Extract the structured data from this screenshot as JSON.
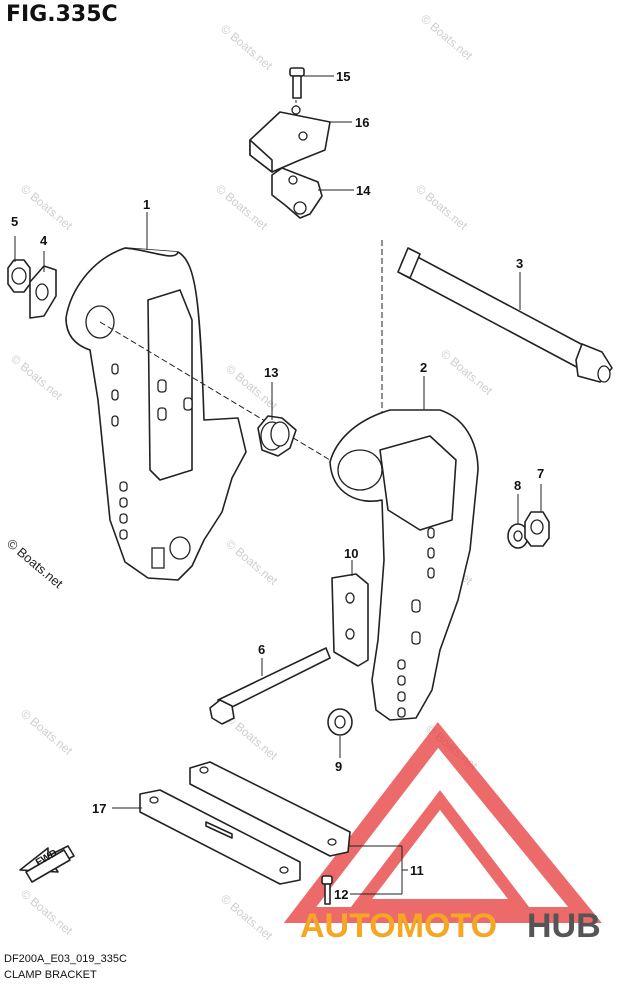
{
  "figure": {
    "title": "FIG.335C",
    "code": "DF200A_E03_019_335C",
    "name": "CLAMP BRACKET"
  },
  "copyright": "© Boats.net",
  "watermark_text": "© Boats.net",
  "fwd_label": "FWD",
  "callouts": [
    {
      "id": "1",
      "label": "1"
    },
    {
      "id": "2",
      "label": "2"
    },
    {
      "id": "3",
      "label": "3"
    },
    {
      "id": "4",
      "label": "4"
    },
    {
      "id": "5",
      "label": "5"
    },
    {
      "id": "6",
      "label": "6"
    },
    {
      "id": "7",
      "label": "7"
    },
    {
      "id": "8",
      "label": "8"
    },
    {
      "id": "9",
      "label": "9"
    },
    {
      "id": "10",
      "label": "10"
    },
    {
      "id": "11",
      "label": "11"
    },
    {
      "id": "12",
      "label": "12"
    },
    {
      "id": "13",
      "label": "13"
    },
    {
      "id": "14",
      "label": "14"
    },
    {
      "id": "15",
      "label": "15"
    },
    {
      "id": "16",
      "label": "16"
    },
    {
      "id": "17",
      "label": "17"
    }
  ],
  "brand": {
    "part1": "AUTOMOTO",
    "part2": "HUB",
    "color1": "#f5a623",
    "color2": "#555555",
    "logo_color": "#e8393a"
  }
}
